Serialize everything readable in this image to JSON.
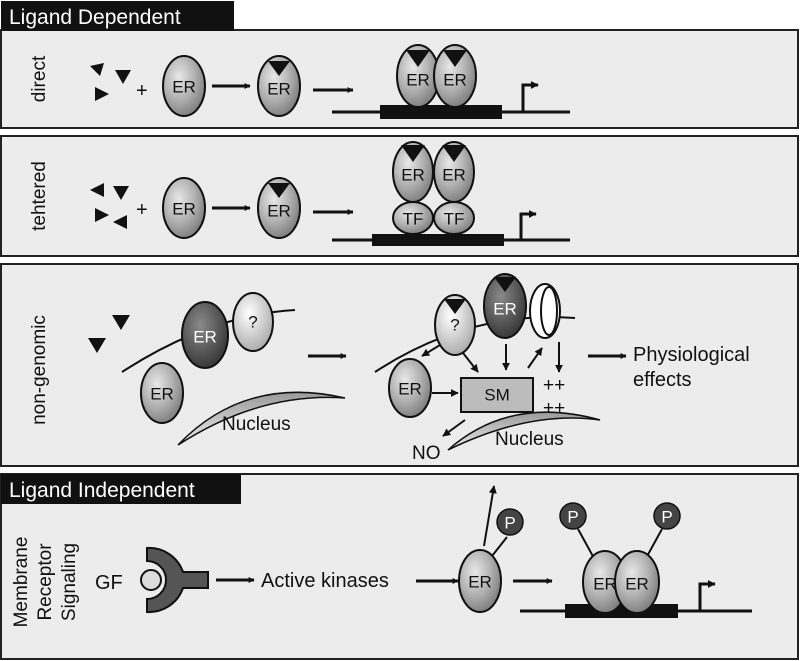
{
  "headers": {
    "ligand_dependent": "Ligand Dependent",
    "ligand_independent": "Ligand Independent"
  },
  "panels": {
    "direct": {
      "label": "direct"
    },
    "tethered": {
      "label": "tehtered"
    },
    "nongenomic": {
      "label": "non-genomic",
      "outcome": [
        "Physiological",
        "effects"
      ]
    },
    "membrane": {
      "label": [
        "Membrane",
        "Receptor",
        "Signaling"
      ]
    }
  },
  "symbols": {
    "plus": "+",
    "receptor": "ER",
    "transcription_factor": "TF",
    "unknown": "?",
    "signaling_molecule": "SM",
    "nucleus": "Nucleus",
    "nitric_oxide": "NO",
    "plusplus": "++",
    "growth_factor": "GF",
    "phosphate": "P",
    "kinases": "Active kinases"
  },
  "icons": {
    "ligand": "black-triangle",
    "promoter": "bent-arrow",
    "channel": "ion-channel"
  },
  "colors": {
    "panel_bg": "#ececec",
    "header_bg": "#111111",
    "receptor_light": "#b3b3b3",
    "receptor_dark": "#4a4a4a"
  }
}
